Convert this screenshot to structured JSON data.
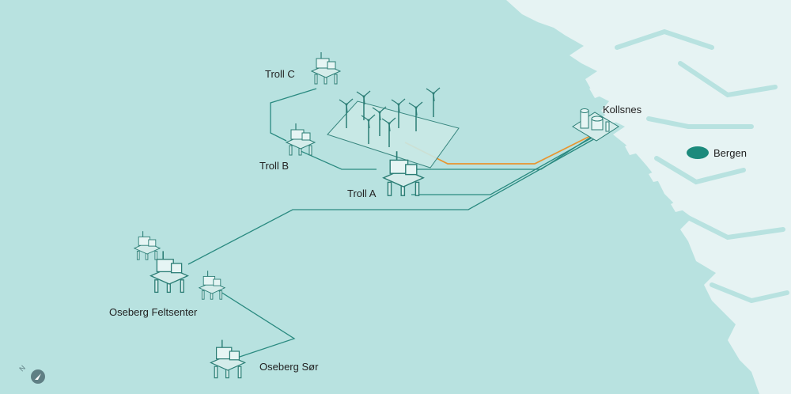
{
  "colors": {
    "sea": "#b8e2e0",
    "land": "#e6f3f3",
    "pipeline": "#2a8a80",
    "power_cable": "#e8952f",
    "structure_fill": "#d4ecea",
    "structure_stroke": "#2b7d75",
    "bergen_marker": "#1c8a7c"
  },
  "labels": {
    "troll_c": "Troll C",
    "troll_b": "Troll B",
    "troll_a": "Troll A",
    "kollsnes": "Kollsnes",
    "bergen": "Bergen",
    "oseberg_feltsenter": "Oseberg Feltsenter",
    "oseberg_sor": "Oseberg Sør"
  },
  "icons": {
    "compass": "north-compass-icon",
    "wind_farm": "wind-turbine-icon",
    "platform": "offshore-platform-icon",
    "gas_plant": "gas-terminal-icon",
    "city": "city-marker-icon"
  }
}
